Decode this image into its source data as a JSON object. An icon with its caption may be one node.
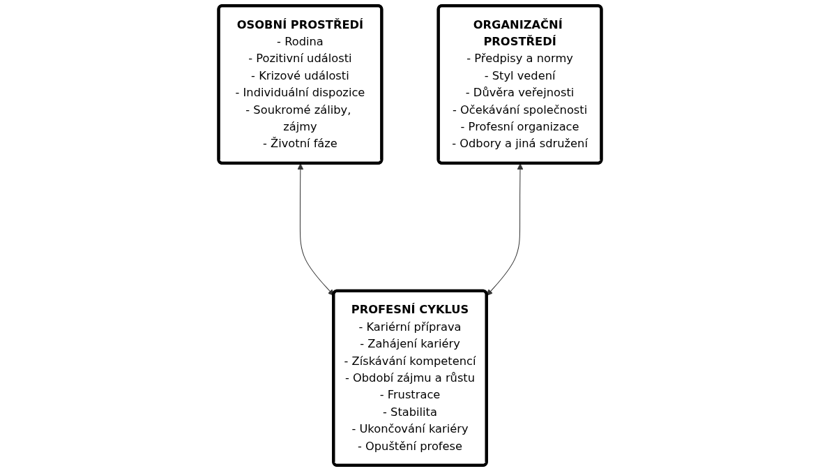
{
  "diagram": {
    "nodes": [
      {
        "text": [
          "OSOBNÍ PROSTŘEDÍ",
          "- Rodina",
          "- Pozitivní události",
          "- Krizové události",
          "- Individuální dispozice",
          "- Soukromé záliby, zájmy",
          "- Životní fáze"
        ]
      },
      {
        "text": [
          "ORGANIZAČNÍ PROSTŘEDÍ",
          "- Předpisy a normy",
          "- Styl vedení",
          "- Důvěra veřejnosti",
          "- Očekávání společnosti",
          "- Profesní organizace",
          "- Odbory a jiná sdružení"
        ]
      },
      {
        "text": [
          "PROFESNÍ CYKLUS",
          "- Kariérní příprava",
          "- Zahájení kariéry",
          "- Získávání kompetencí",
          "- Období zájmu a růstu",
          "- Frustrace",
          "- Stabilita",
          "- Ukončování kariéry",
          "- Opuštění profese"
        ]
      }
    ],
    "edges": [
      {
        "from": 0,
        "to": 2,
        "arrow": "both"
      },
      {
        "from": 1,
        "to": 2,
        "arrow": "both"
      }
    ]
  }
}
